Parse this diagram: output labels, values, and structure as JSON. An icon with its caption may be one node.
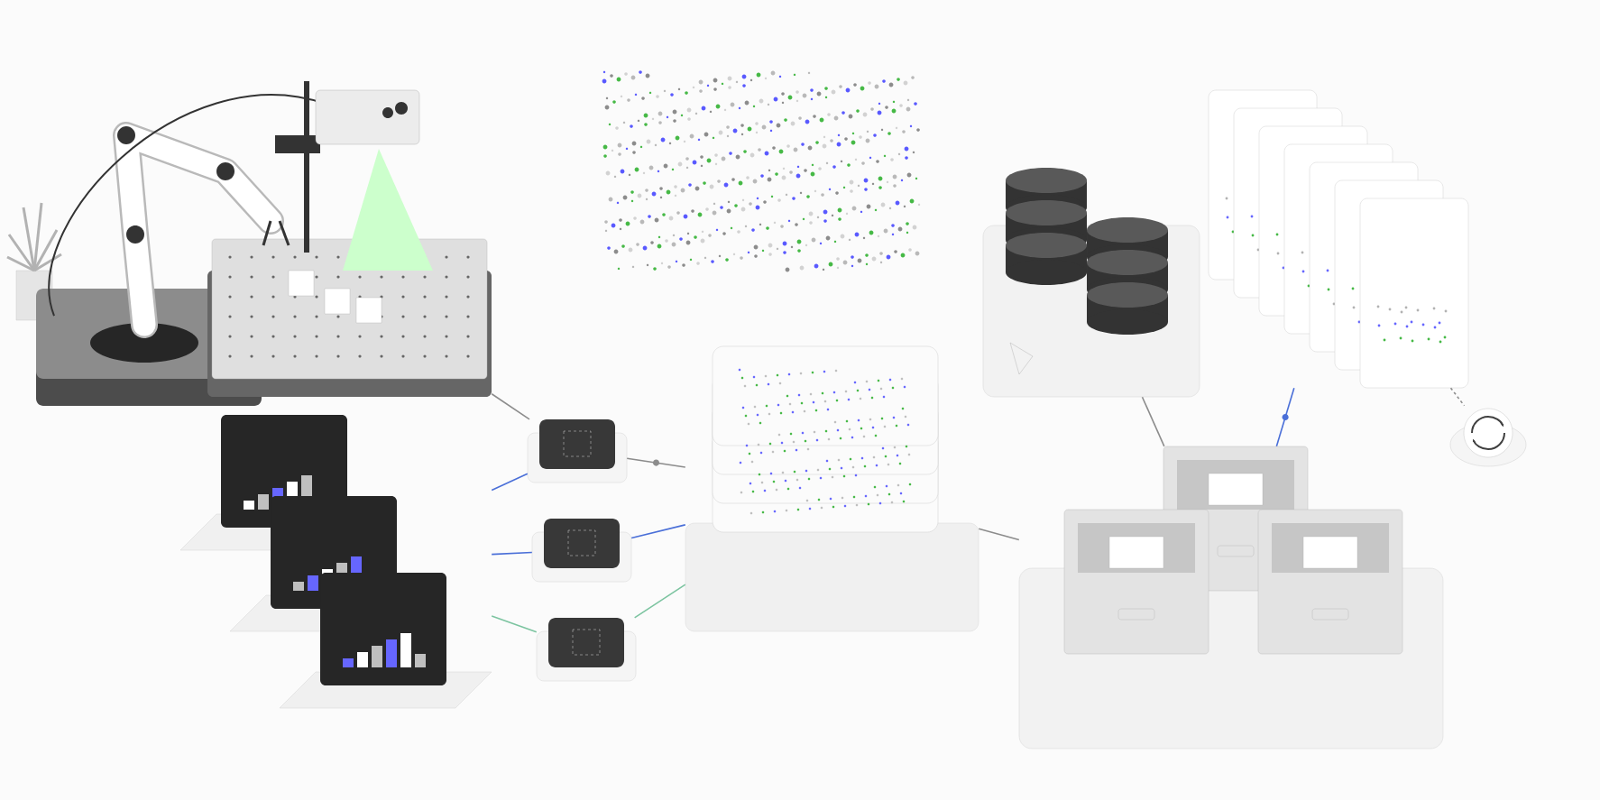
{
  "diagram": {
    "nodes": [
      {
        "text": [],
        "shape": "picture"
      },
      {
        "text": [],
        "shape": "picture"
      },
      {
        "text": [],
        "shape": "box"
      },
      {
        "text": [],
        "shape": "box"
      },
      {
        "text": [],
        "shape": "box"
      },
      {
        "text": [],
        "shape": "picture"
      },
      {
        "text": [],
        "shape": "picture"
      },
      {
        "text": [],
        "shape": "picture"
      },
      {
        "text": [],
        "shape": "picture"
      },
      {
        "text": [],
        "shape": "circle"
      },
      {
        "text": [],
        "shape": "picture"
      }
    ],
    "edges": [
      {
        "from": 0,
        "to": 2,
        "arrow": "none"
      },
      {
        "from": 1,
        "to": 2,
        "arrow": "none",
        "color": "#4a6fd8"
      },
      {
        "from": 1,
        "to": 3,
        "arrow": "none",
        "color": "#4a6fd8"
      },
      {
        "from": 1,
        "to": 4,
        "arrow": "none",
        "color": "#7cc4a0"
      },
      {
        "from": 2,
        "to": 6,
        "arrow": "none"
      },
      {
        "from": 3,
        "to": 6,
        "arrow": "none",
        "color": "#4a6fd8"
      },
      {
        "from": 4,
        "to": 6,
        "arrow": "none",
        "color": "#7cc4a0"
      },
      {
        "from": 6,
        "to": 10,
        "arrow": "none"
      },
      {
        "from": 7,
        "to": 10,
        "arrow": "none"
      },
      {
        "from": 10,
        "to": 8,
        "arrow": "none",
        "color": "#4a6fd8"
      },
      {
        "from": 8,
        "to": 9,
        "arrow": "none",
        "style": "dashed"
      }
    ]
  }
}
